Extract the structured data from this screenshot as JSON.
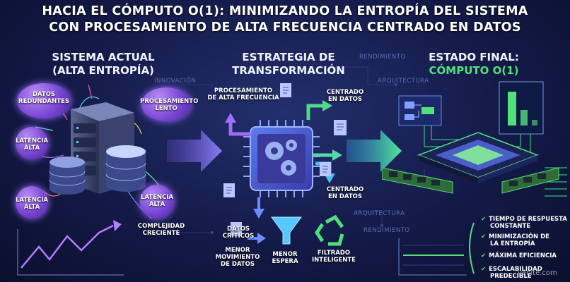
{
  "title": {
    "line1": "HACIA EL CÓMPUTO O(1): MINIMIZANDO LA ENTROPÍA DEL SISTEMA",
    "line2": "CON PROCESAMIENTO DE ALTA FRECUENCIA CENTRADO EN DATOS"
  },
  "sections": {
    "current": {
      "line1": "SISTEMA ACTUAL",
      "line2": "(ALTA ENTROPÍA)"
    },
    "strategy": {
      "line1": "ESTRATEGIA DE",
      "line2": "TRANSFORMACIÓN"
    },
    "final": {
      "line1": "ESTADO FINAL:",
      "line2": "CÓMPUTO O(1)"
    }
  },
  "left_labels": {
    "datos_redundantes": [
      "DATOS",
      "REDUNDANTES"
    ],
    "procesamiento_lento": [
      "PROCESAMIENTO",
      "LENTO"
    ],
    "latencia_alta_1": [
      "LATENCIA",
      "ALTA"
    ],
    "latencia_alta_2": [
      "LATENCIA",
      "ALTA"
    ],
    "latencia_alta_3": [
      "LATENCIA",
      "ALTA"
    ],
    "complejidad": [
      "COMPLEJIDAD",
      "CRECIENTE"
    ]
  },
  "middle_labels": {
    "procesamiento_af": [
      "PROCESAMIENTO",
      "DE ALTA FRECUENCIA"
    ],
    "centrado_1": [
      "CENTRADO",
      "EN DATOS"
    ],
    "centrado_2": [
      "CENTRADO",
      "EN DATOS"
    ],
    "datos_criticos": [
      "DATOS",
      "CRÍTICOS"
    ],
    "menor_movimiento": [
      "MENOR",
      "MOVIMIENTO",
      "DE DATOS"
    ],
    "menor_espera": [
      "MENOR",
      "ESPERA"
    ],
    "filtrado": [
      "FILTRADO",
      "INTELIGENTE"
    ]
  },
  "background_words": {
    "innovacion": "INNOVACIÓN",
    "rendimiento_1": "RENDIMIENTO",
    "arquitectura_1": "ARQUITECTURA",
    "arquitectura_2": "ARQUITECTURA",
    "rendimiento_2": "RENDIMIENTO"
  },
  "benefits": [
    [
      "TIEMPO DE RESPUESTA",
      "CONSTANTE"
    ],
    [
      "MINIMIZACIÓN DE",
      "LA ENTROPÍA"
    ],
    [
      "MÁXIMA EFICIENCIA"
    ],
    [
      "ESCALABILIDAD",
      "PREDECIBLE"
    ]
  ],
  "watermark": "yenite.com",
  "colors": {
    "background": "#141a48",
    "accent_purple": "#8a5cf0",
    "accent_cyan": "#3ec7e6",
    "accent_green": "#53e07a",
    "final_highlight": "#53e07a"
  }
}
